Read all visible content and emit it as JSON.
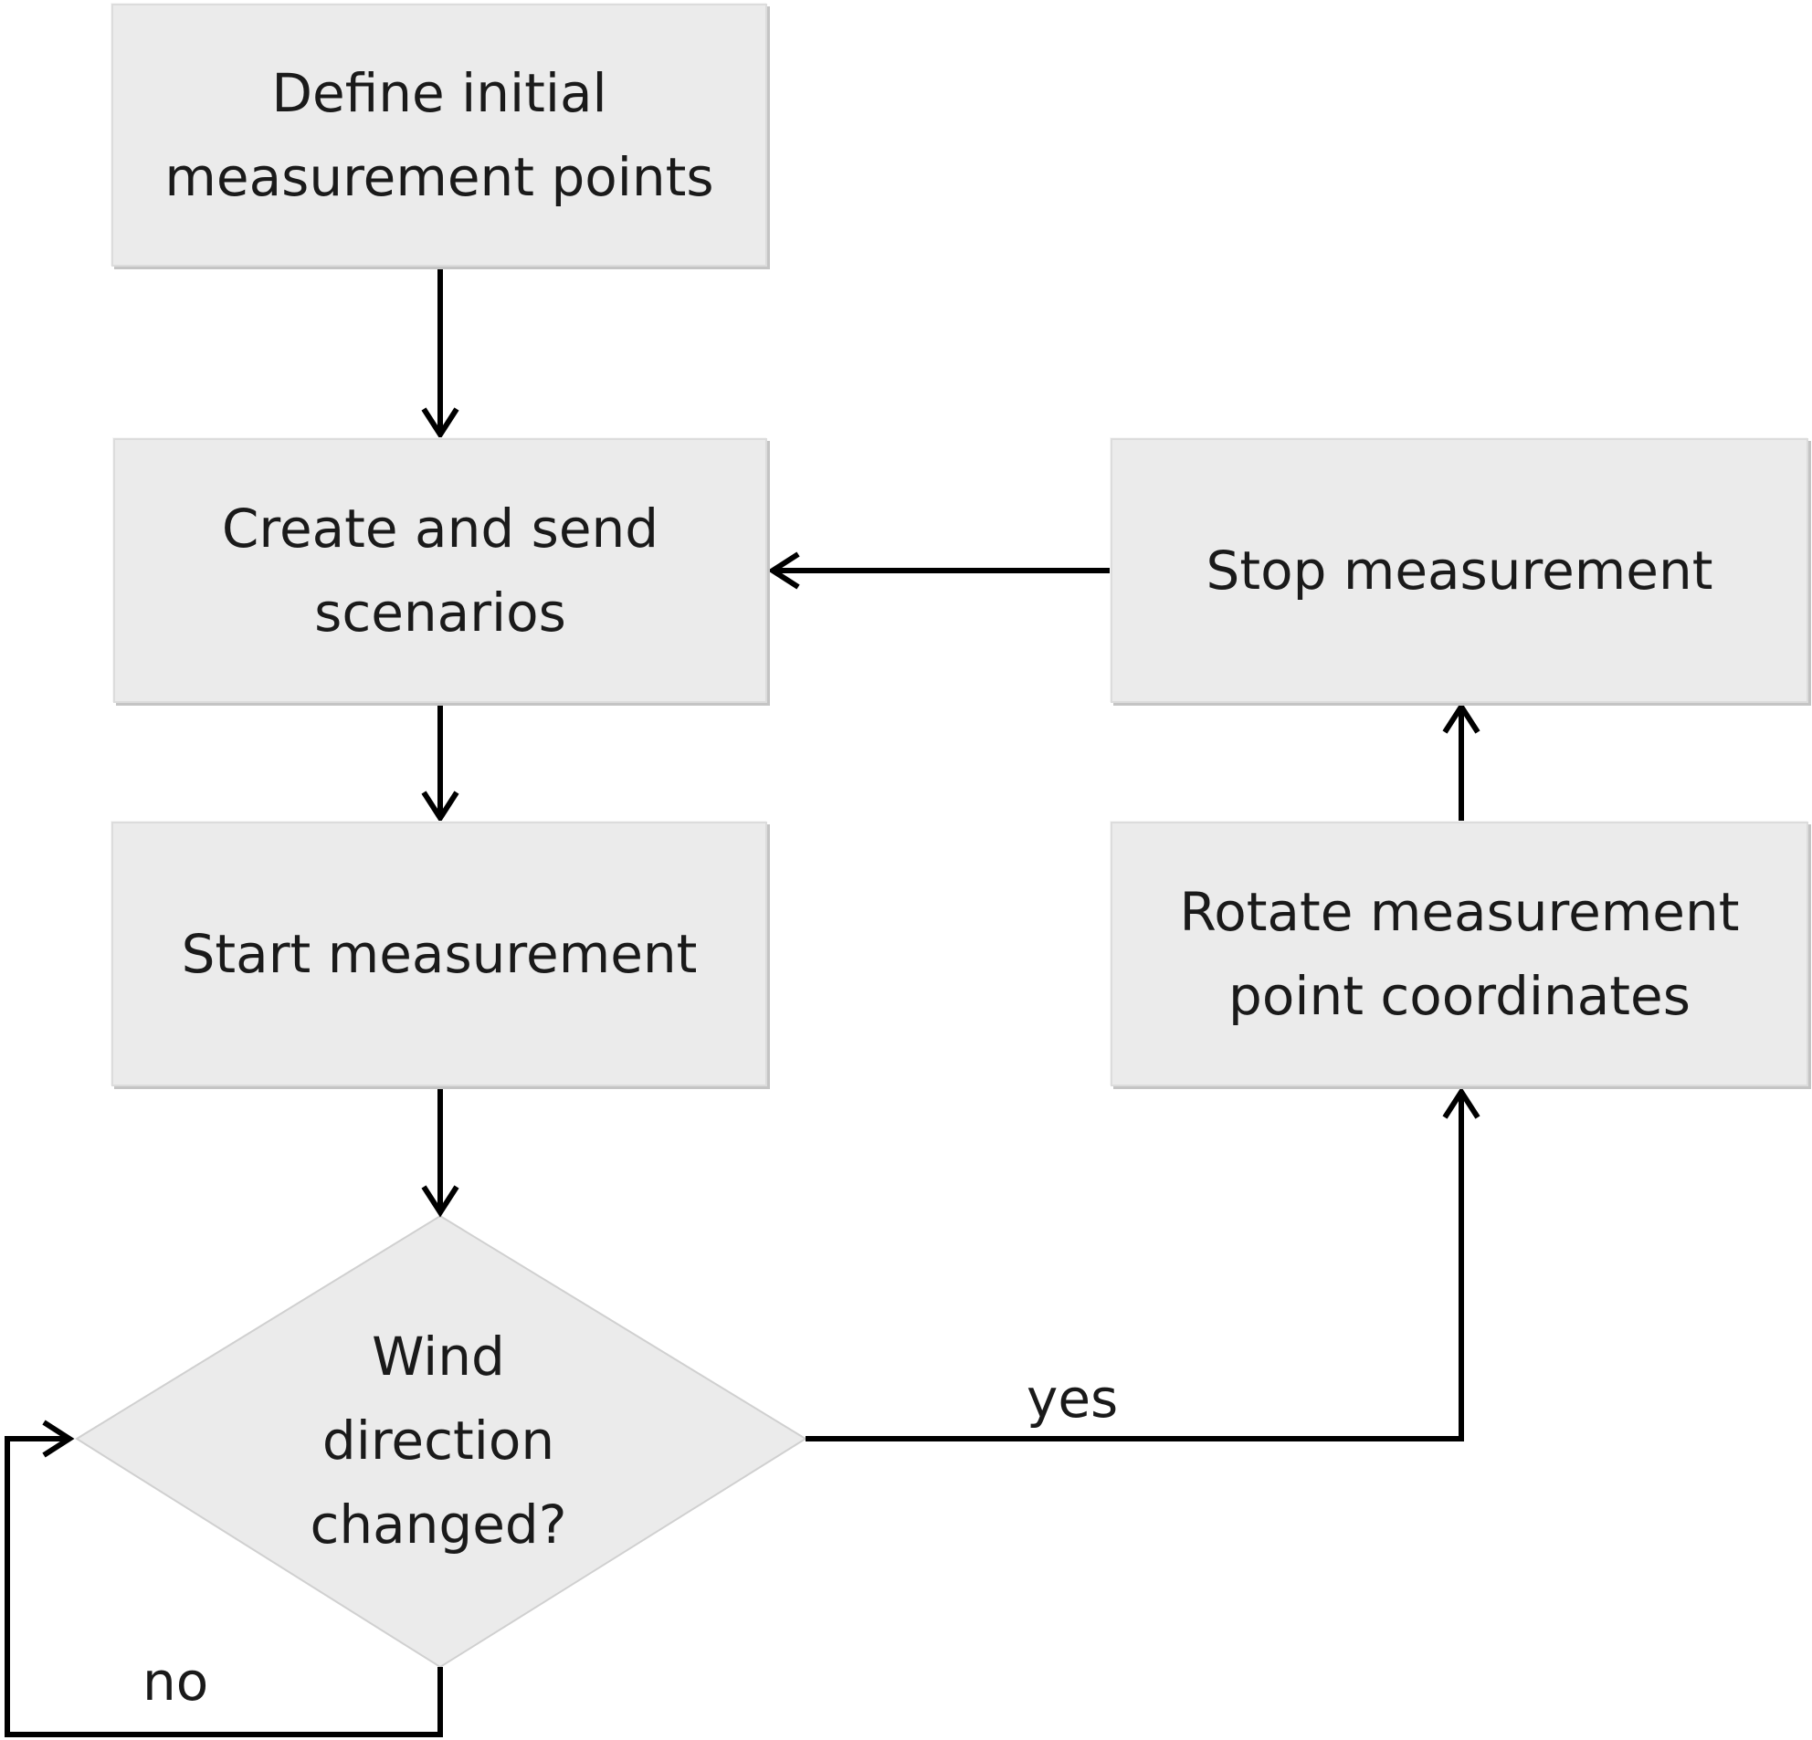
{
  "nodes": {
    "define": "Define initial\nmeasurement points",
    "create": "Create and send\nscenarios",
    "start": "Start measurement",
    "decision": "Wind\ndirection\nchanged?",
    "rotate": "Rotate measurement\npoint coordinates",
    "stop": "Stop measurement"
  },
  "edges": {
    "yes_label": "yes",
    "no_label": "no"
  },
  "colors": {
    "node_fill": "#ebebeb",
    "line": "#000000"
  }
}
